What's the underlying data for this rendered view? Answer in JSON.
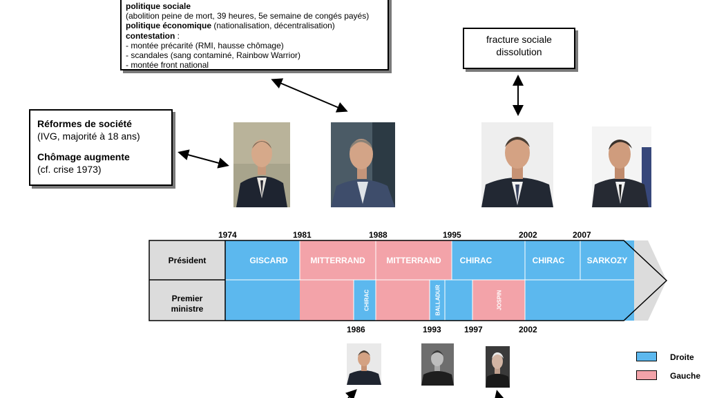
{
  "boxes": {
    "mitterrand": {
      "line1_bold": "politique sociale",
      "line2": "(abolition peine de mort, 39 heures, 5e semaine de congés payés)",
      "line3_bold": "politique économique",
      "line3_rest": " (nationalisation, décentralisation)",
      "line4_bold": "contestation",
      "line4_rest": " :",
      "line5": "- montée précarité (RMI, hausse chômage)",
      "line6": "- scandales (sang contaminé, Rainbow Warrior)",
      "line7": "- montée front national"
    },
    "chirac": {
      "line1": "fracture sociale",
      "line2": "dissolution"
    },
    "giscard": {
      "title1": "Réformes de société",
      "text1": "(IVG, majorité à 18 ans)",
      "title2": "Chômage augmente",
      "text2": "(cf. crise 1973)"
    }
  },
  "timeline": {
    "row_president": "Président",
    "row_pm": "Premier ministre",
    "top_years": [
      "1974",
      "1981",
      "1988",
      "1995",
      "2002",
      "2007"
    ],
    "bottom_years": [
      "1986",
      "1993",
      "1997",
      "2002"
    ],
    "presidents": [
      "GISCARD",
      "MITTERRAND",
      "MITTERRAND",
      "CHIRAC",
      "CHIRAC",
      "SARKOZY"
    ],
    "cohabitation": [
      "CHIRAC",
      "BALLADUR",
      "JOSPIN"
    ]
  },
  "legend": {
    "droite": "Droite",
    "gauche": "Gauche"
  },
  "colors": {
    "droite": "#5cb8ee",
    "gauche": "#f3a3a9",
    "header_gray": "#dcdcdc"
  }
}
